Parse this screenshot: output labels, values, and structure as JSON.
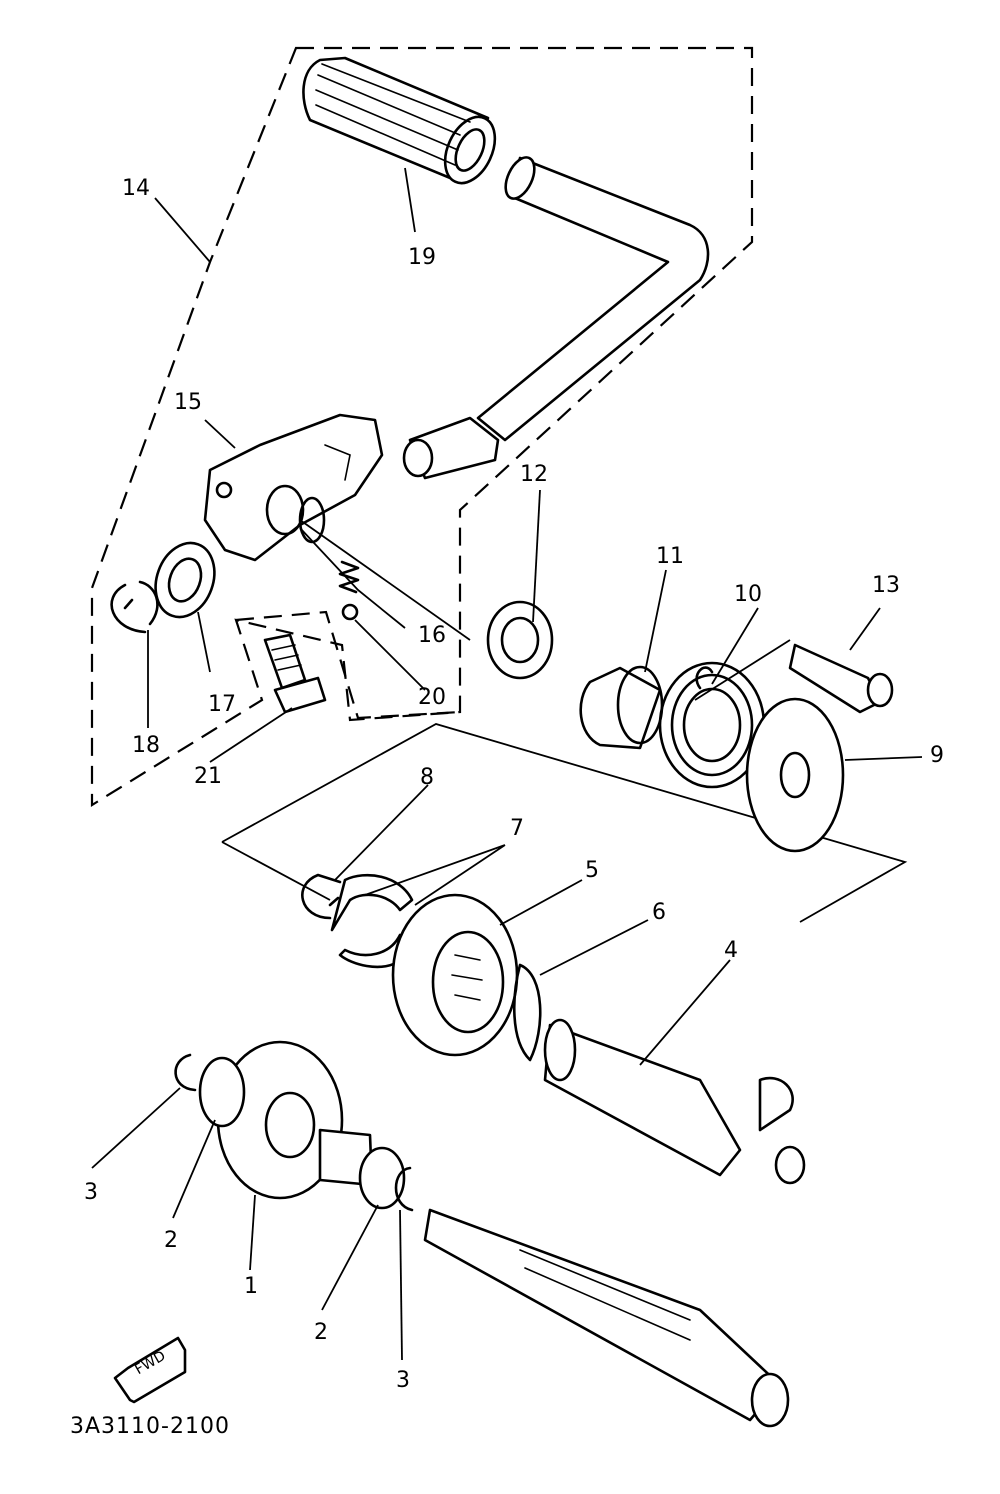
{
  "diagram": {
    "part_code": "3A3110-2100",
    "fwd_label": "FWD",
    "callouts": [
      {
        "id": "c1",
        "text": "1"
      },
      {
        "id": "c2a",
        "text": "2"
      },
      {
        "id": "c2b",
        "text": "2"
      },
      {
        "id": "c3a",
        "text": "3"
      },
      {
        "id": "c3b",
        "text": "3"
      },
      {
        "id": "c4",
        "text": "4"
      },
      {
        "id": "c5",
        "text": "5"
      },
      {
        "id": "c6",
        "text": "6"
      },
      {
        "id": "c7",
        "text": "7"
      },
      {
        "id": "c8",
        "text": "8"
      },
      {
        "id": "c9",
        "text": "9"
      },
      {
        "id": "c10",
        "text": "10"
      },
      {
        "id": "c11",
        "text": "11"
      },
      {
        "id": "c12",
        "text": "12"
      },
      {
        "id": "c13",
        "text": "13"
      },
      {
        "id": "c14",
        "text": "14"
      },
      {
        "id": "c15",
        "text": "15"
      },
      {
        "id": "c16",
        "text": "16"
      },
      {
        "id": "c17",
        "text": "17"
      },
      {
        "id": "c18",
        "text": "18"
      },
      {
        "id": "c19",
        "text": "19"
      },
      {
        "id": "c20",
        "text": "20"
      },
      {
        "id": "c21",
        "text": "21"
      }
    ]
  }
}
